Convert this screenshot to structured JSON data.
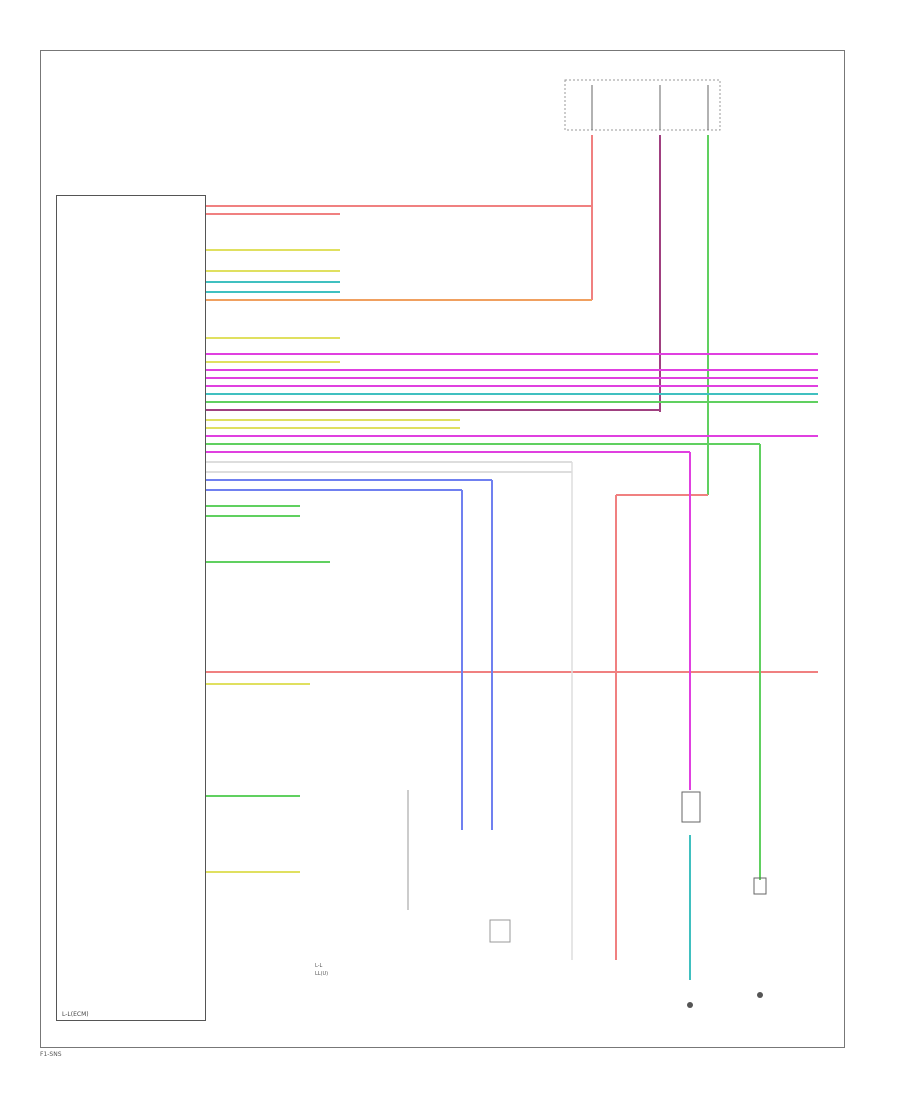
{
  "diagram": {
    "module_name": "L-L(ECM)",
    "page_id": "F1-SNS",
    "legend": [
      "L-L",
      "LL(U)"
    ],
    "colors": {
      "red": "#f08080",
      "magenta": "#e040e0",
      "green": "#60d060",
      "blue": "#7080f0",
      "yellow": "#e0e060",
      "orange": "#f0a060",
      "cyan": "#40c0c0",
      "pink": "#f8b0d0"
    }
  }
}
